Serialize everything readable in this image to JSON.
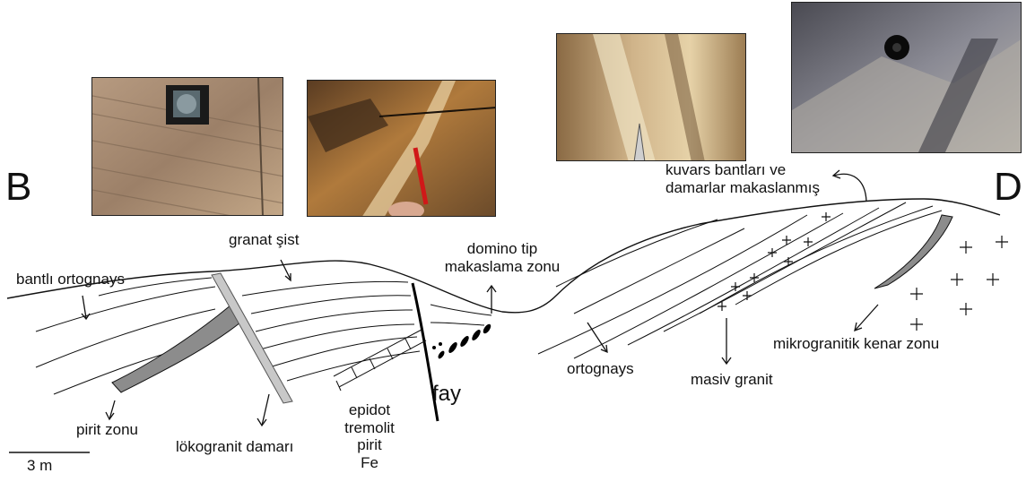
{
  "direction": {
    "left": "B",
    "right": "D"
  },
  "labels": {
    "granat": "granat şist",
    "bantli": "bantlı ortognays",
    "domino_1": "domino tip",
    "domino_2": "makaslama zonu",
    "kuvars_1": "kuvars bantları ve",
    "kuvars_2": "damarlar makaslanmış",
    "pirit_zonu": "pirit zonu",
    "lokogranit": "lökogranit damarı",
    "epidot": "epidot",
    "tremolit": "tremolit",
    "pirit": "pirit",
    "fe": "Fe",
    "fay": "fay",
    "ortognays": "ortognays",
    "masiv": "masiv granit",
    "mikrogranitik": "mikrogranitik kenar zonu"
  },
  "scale_bar": {
    "label": "3 m"
  },
  "photos": [
    {
      "name": "photo-compass-outcrop",
      "colors": [
        "#9c8068",
        "#c2a68a",
        "#7a6450"
      ]
    },
    {
      "name": "photo-pen-vein",
      "colors": [
        "#6a4a2a",
        "#b07a3c",
        "#d8b078"
      ]
    },
    {
      "name": "photo-hammer-quartz",
      "colors": [
        "#8a6a44",
        "#d0b48a",
        "#e6d2a8"
      ]
    },
    {
      "name": "photo-lenscap-shear",
      "colors": [
        "#4a4a52",
        "#8a8a94",
        "#c0bcb4"
      ]
    }
  ]
}
